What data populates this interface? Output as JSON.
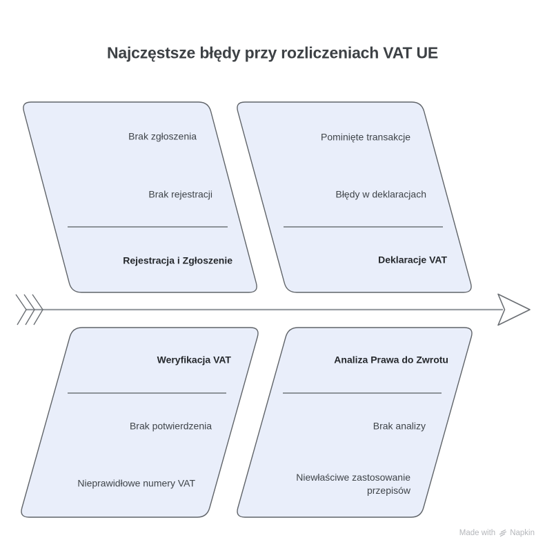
{
  "title": "Najczęstsze błędy przy rozliczeniach VAT UE",
  "colors": {
    "panel_fill": "#e9eefa",
    "panel_border": "#5f6368",
    "divider": "#6d7378",
    "arrow_shaft": "#989da2",
    "arrow_outline": "#6a6e73",
    "title_text": "#3d4145",
    "item_text": "#3f4449",
    "label_text": "#25282c",
    "watermark": "#b5b7bb"
  },
  "panels": [
    {
      "position": "top-left",
      "label": "Rejestracja i Zgłoszenie",
      "items": [
        "Brak zgłoszenia",
        "Brak rejestracji"
      ]
    },
    {
      "position": "top-right",
      "label": "Deklaracje VAT",
      "items": [
        "Pominięte transakcje",
        "Błędy w deklaracjach"
      ]
    },
    {
      "position": "bottom-left",
      "label": "Weryfikacja VAT",
      "items": [
        "Brak potwierdzenia",
        "Nieprawidłowe numery VAT"
      ]
    },
    {
      "position": "bottom-right",
      "label": "Analiza Prawa do Zwrotu",
      "items": [
        "Brak analizy",
        "Niewłaściwe zastosowanie przepisów"
      ]
    }
  ],
  "watermark": {
    "made_with": "Made with",
    "brand": "Napkin"
  }
}
